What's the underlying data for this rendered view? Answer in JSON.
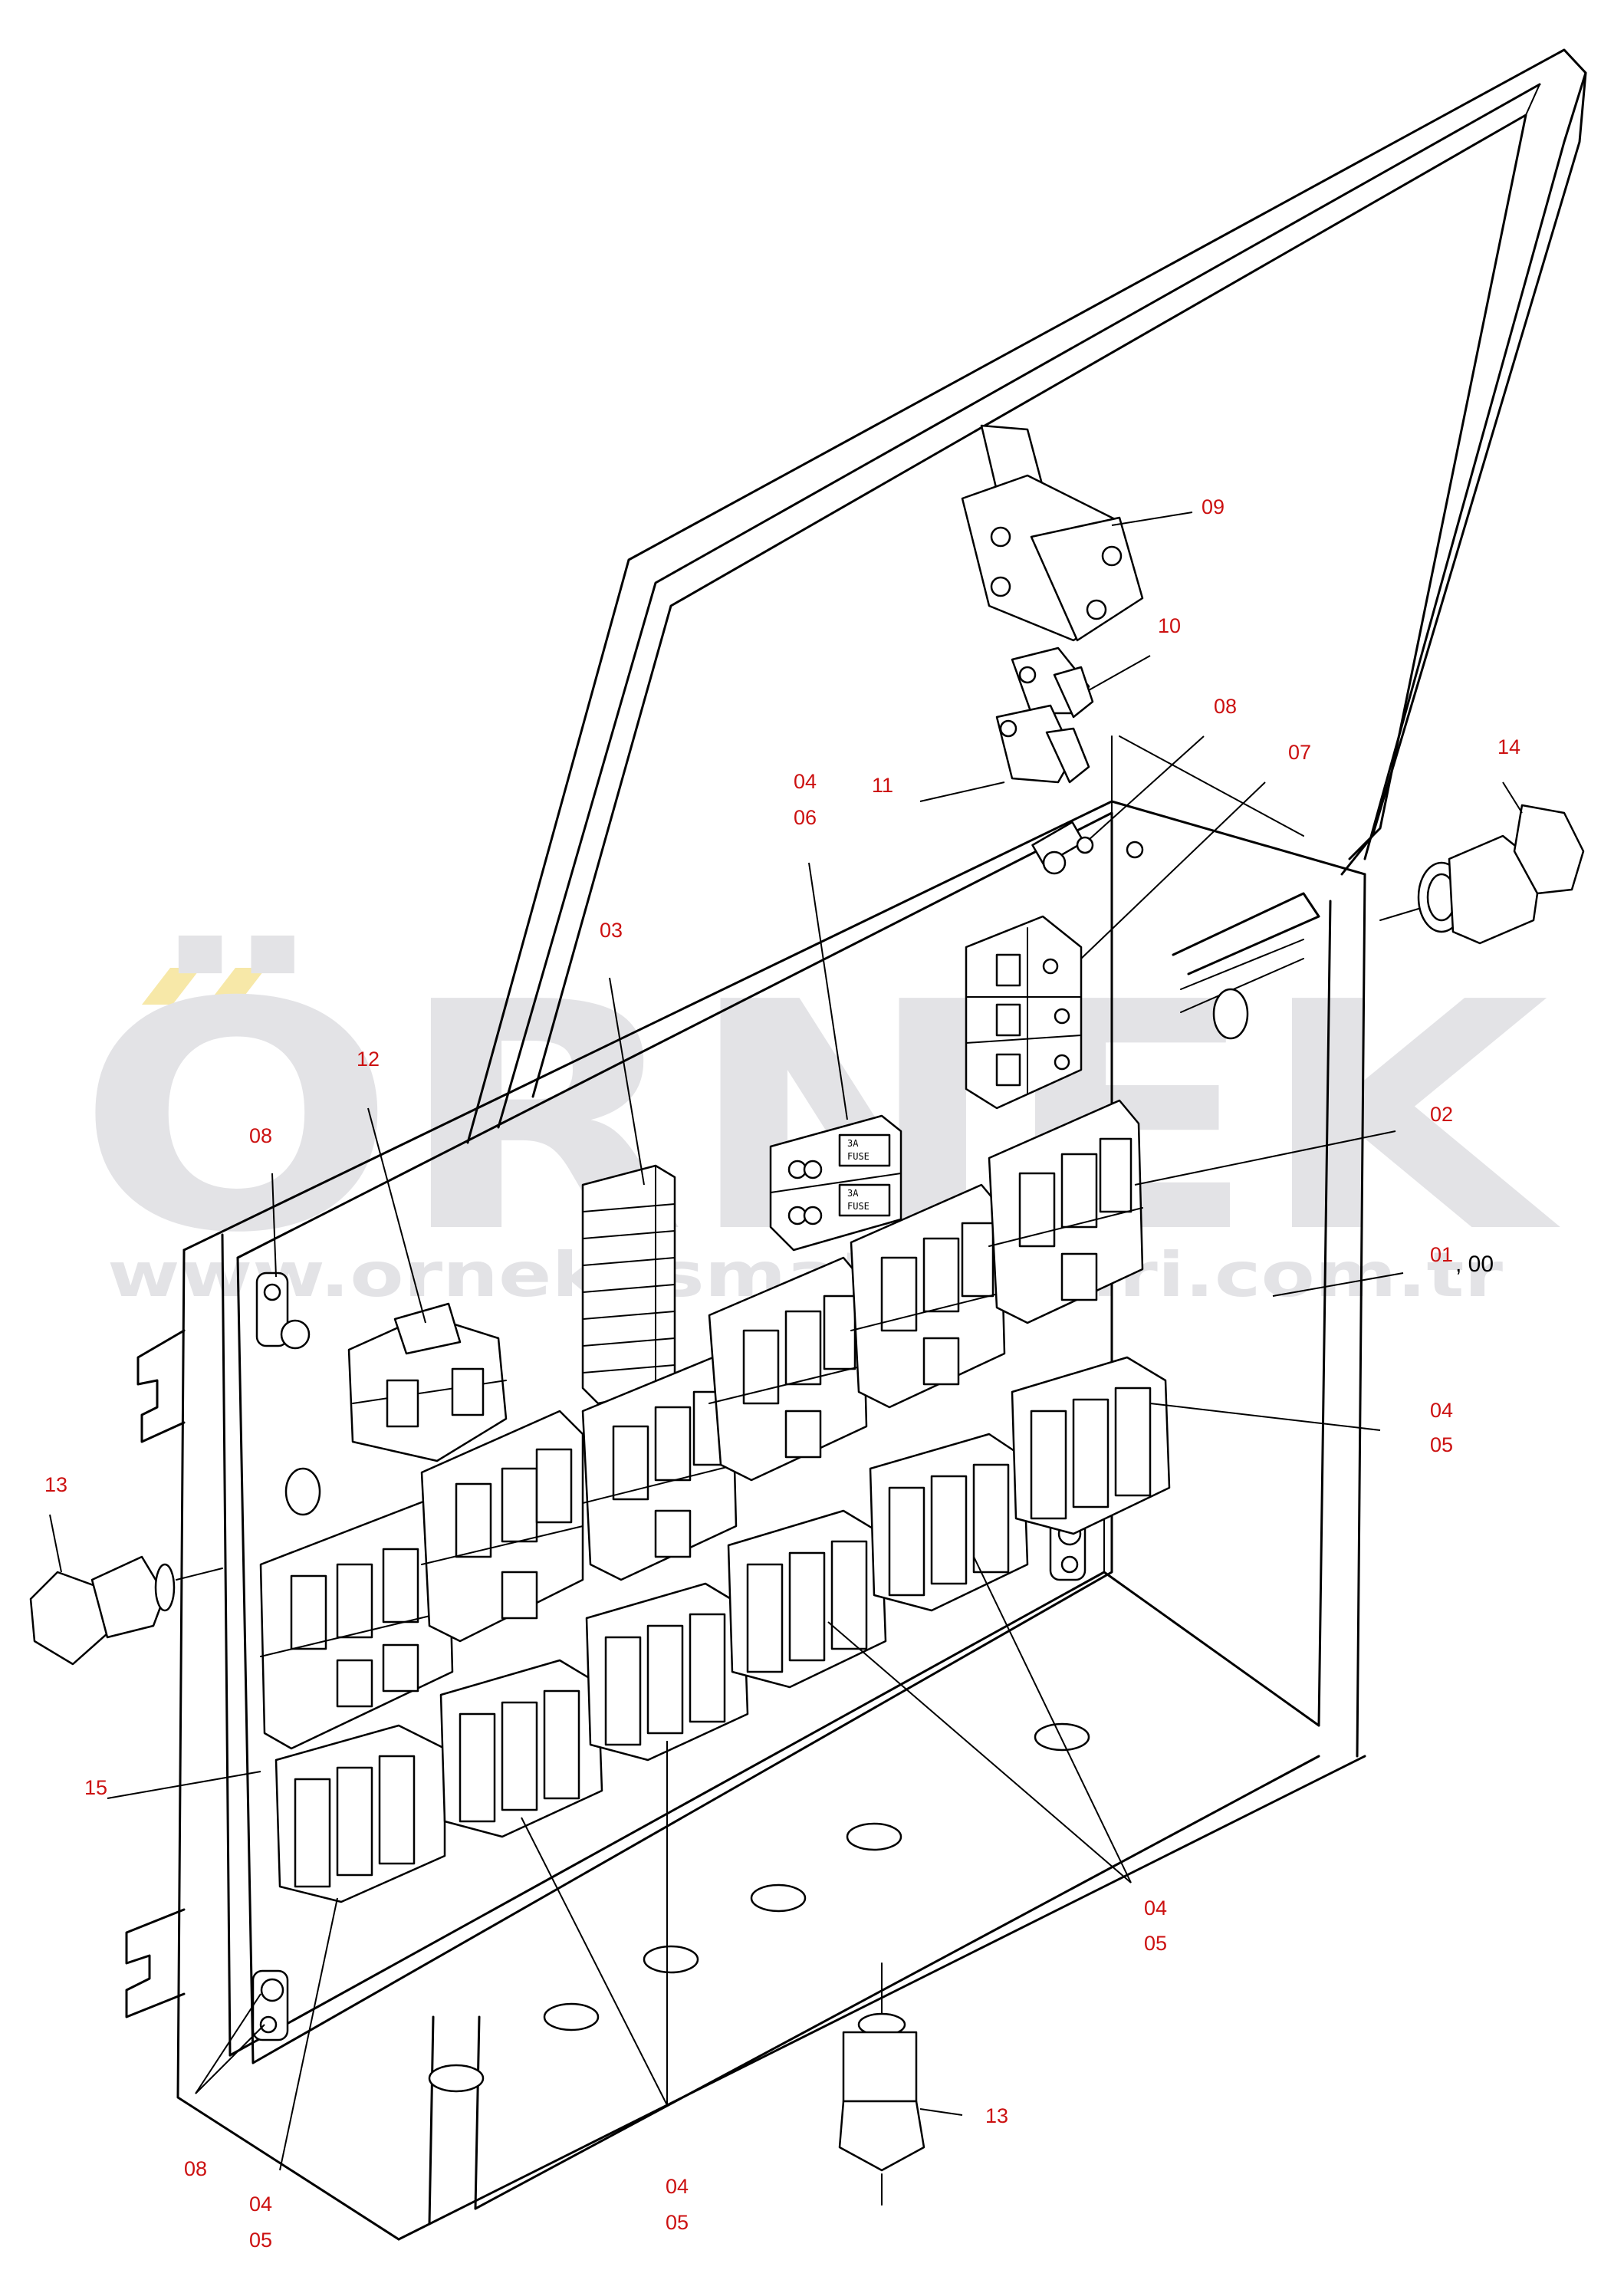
{
  "watermark": {
    "brand": "ÖRNEK",
    "url": "www.orneklismatbaalari.com.tr",
    "brand_color": "#e3e3e6",
    "accent_color": "#f7e8a8"
  },
  "colors": {
    "callout": "#cc1111",
    "line": "#000000"
  },
  "fuse_label": {
    "rating": "3A",
    "word": "FUSE"
  },
  "callouts": {
    "c09": "09",
    "c10": "10",
    "c08_top": "08",
    "c07": "07",
    "c14": "14",
    "c11": "11",
    "c04_top": "04",
    "c06": "06",
    "c03": "03",
    "c12": "12",
    "c08_left": "08",
    "c02": "02",
    "c01": "01",
    "c00": ", 00",
    "c04_right": "04",
    "c05_right": "05",
    "c13_left": "13",
    "c15": "15",
    "c04_mid": "04",
    "c05_mid": "05",
    "c13_bottom": "13",
    "c08_bottom": "08",
    "c04_bl": "04",
    "c05_bl": "05",
    "c04_bc": "04",
    "c05_bc": "05"
  }
}
